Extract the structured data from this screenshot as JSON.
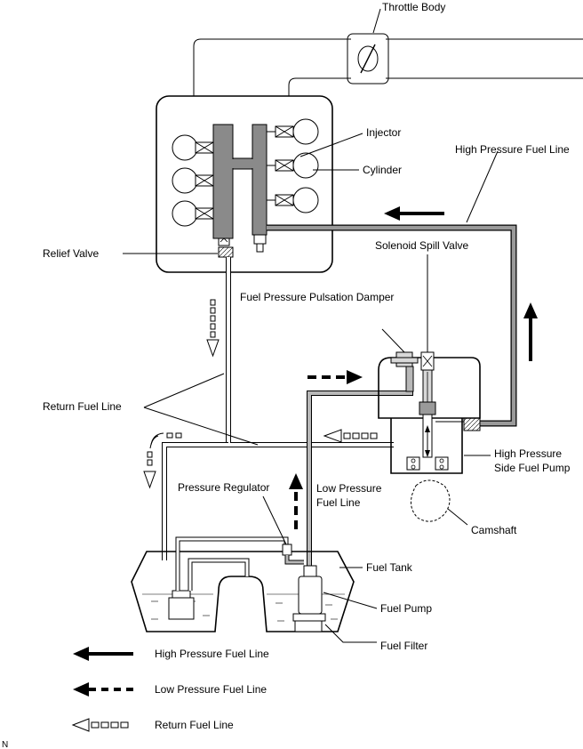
{
  "labels": {
    "throttle_body": "Throttle Body",
    "injector": "Injector",
    "cylinder": "Cylinder",
    "high_pressure_fuel_line": "High Pressure Fuel Line",
    "relief_valve": "Relief Valve",
    "solenoid_spill_valve": "Solenoid Spill Valve",
    "fuel_pressure_pulsation_damper": "Fuel Pressure Pulsation Damper",
    "return_fuel_line": "Return Fuel Line",
    "high_pressure_side_fuel_pump_1": "High Pressure",
    "high_pressure_side_fuel_pump_2": "Side Fuel Pump",
    "pressure_regulator": "Pressure Regulator",
    "low_pressure_fuel_line_1": "Low Pressure",
    "low_pressure_fuel_line_2": "Fuel Line",
    "camshaft": "Camshaft",
    "fuel_tank": "Fuel Tank",
    "fuel_pump": "Fuel Pump",
    "fuel_filter": "Fuel Filter"
  },
  "legend": {
    "high_pressure": "High Pressure Fuel Line",
    "low_pressure": "Low Pressure Fuel Line",
    "return": "Return Fuel Line"
  },
  "corner_mark": "N"
}
